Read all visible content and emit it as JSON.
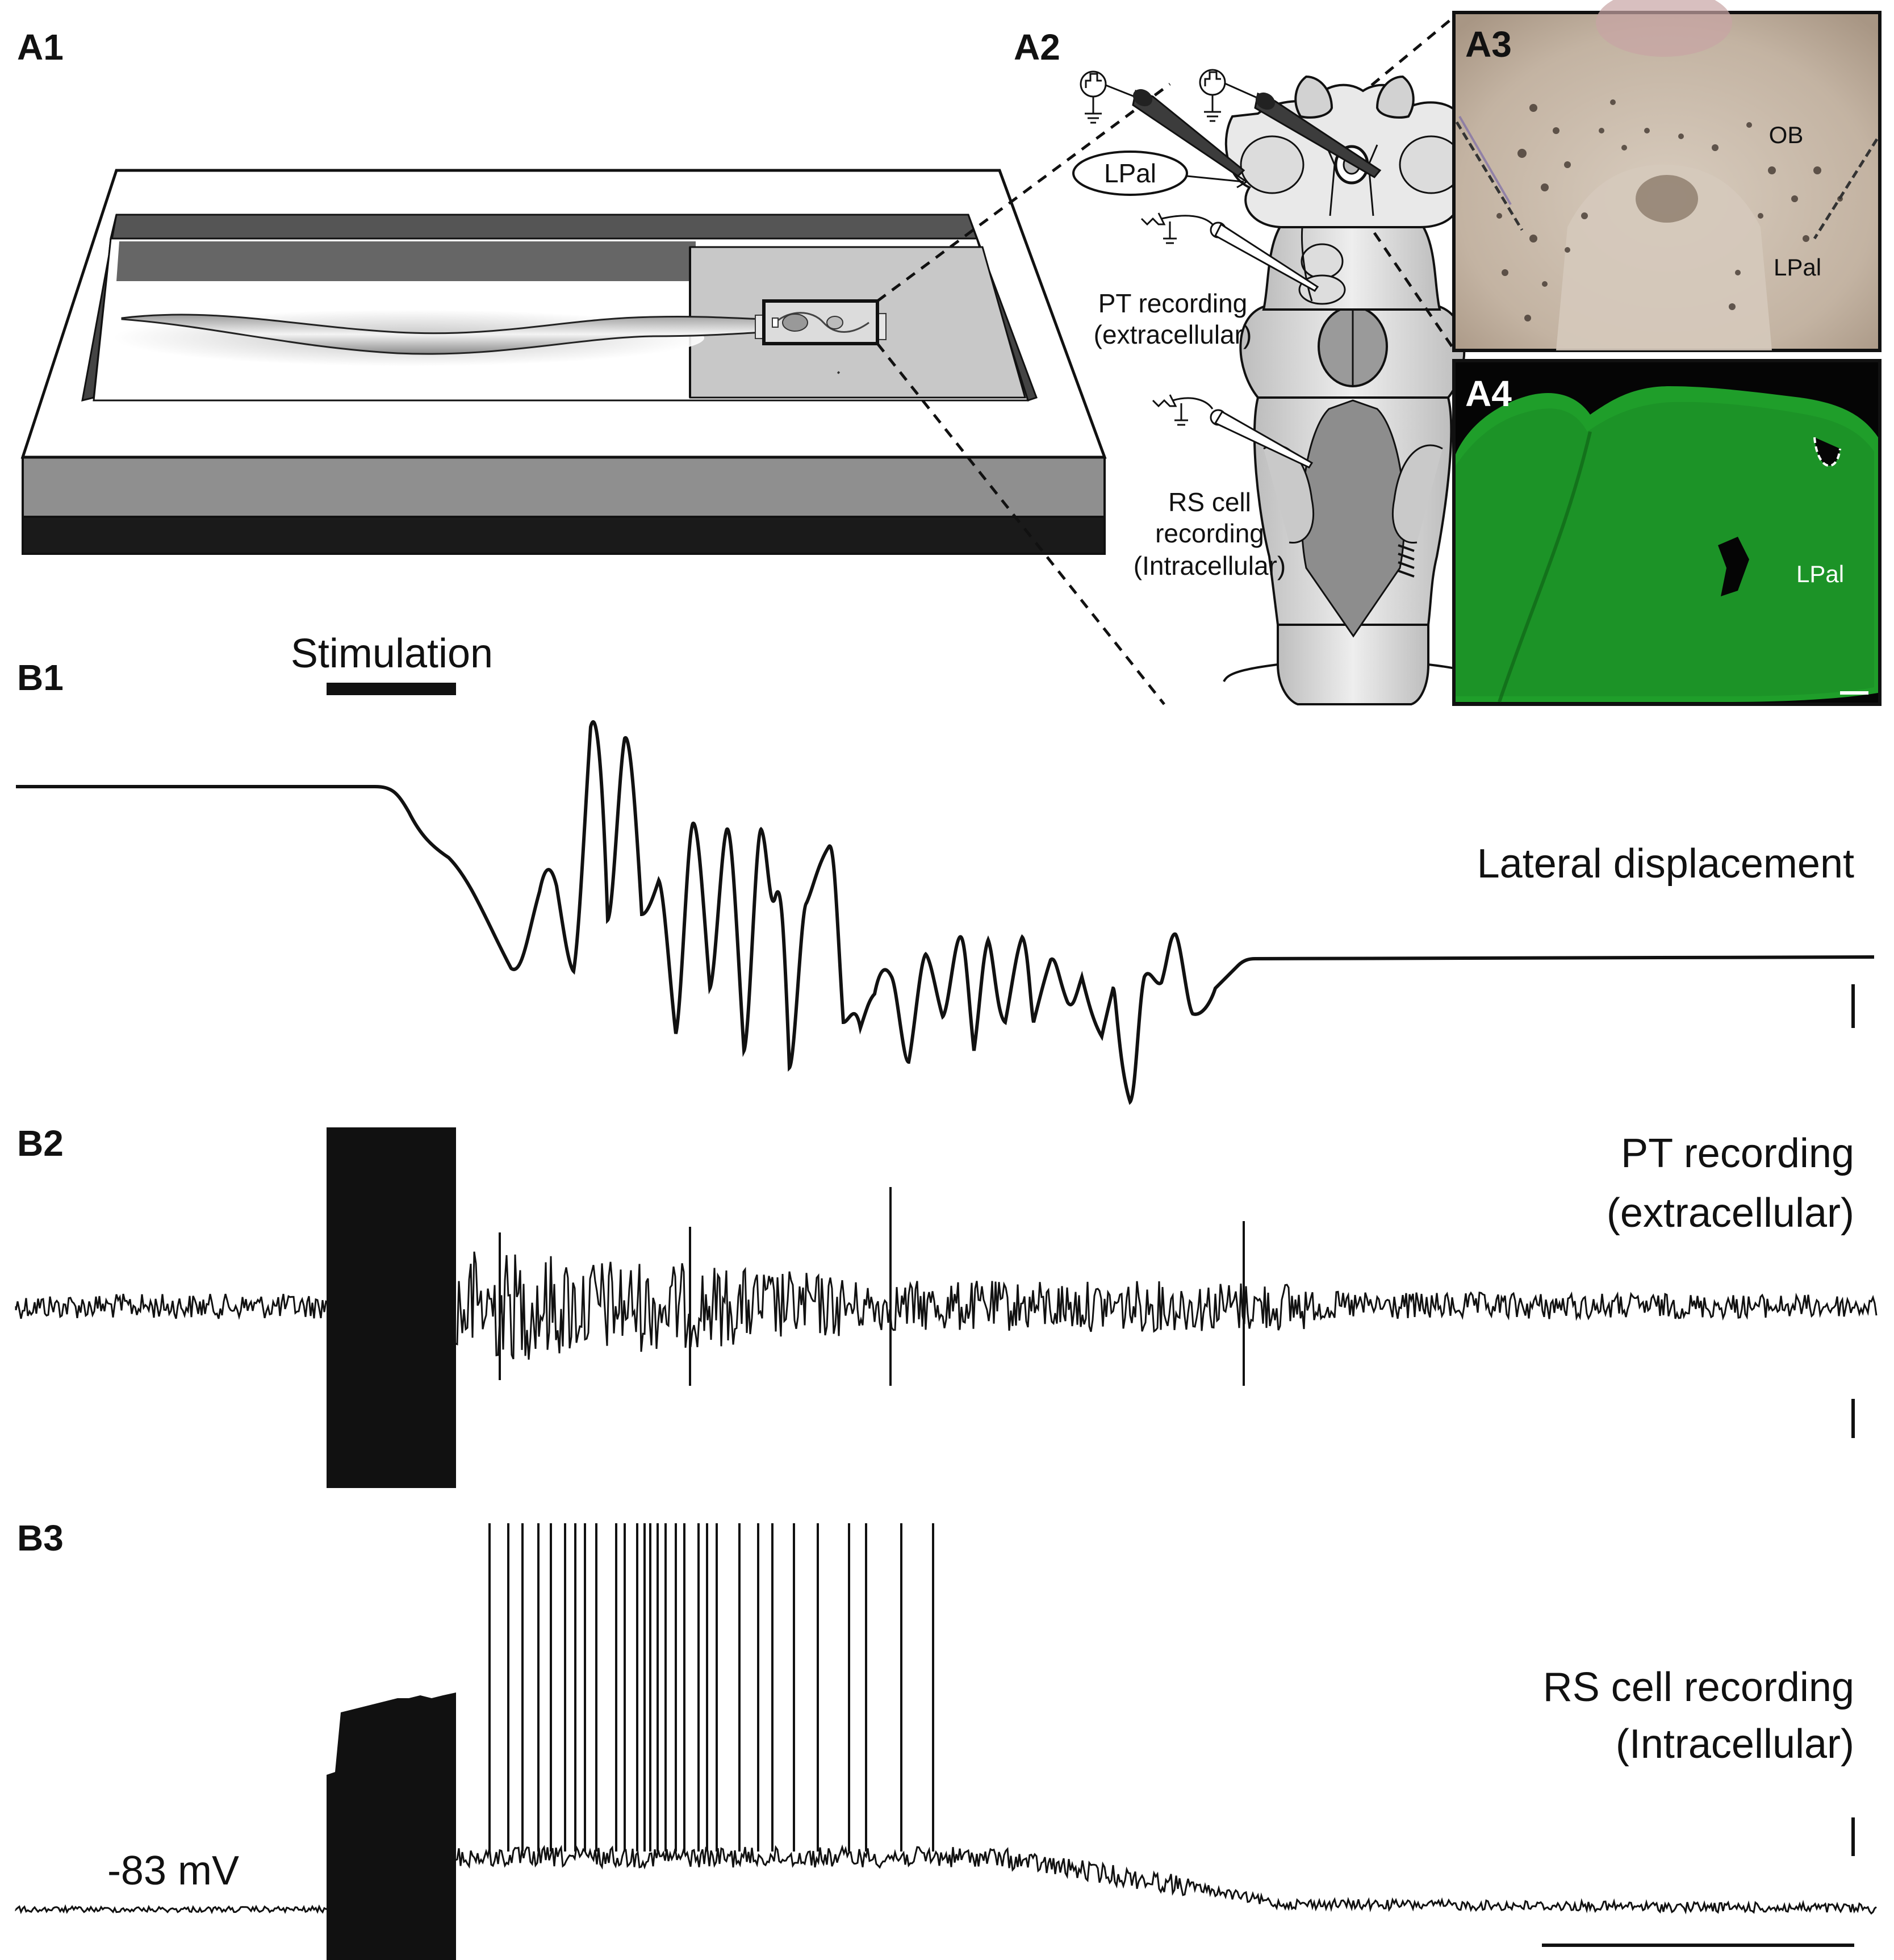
{
  "panels": {
    "a1": "A1",
    "a2": "A2",
    "a3": "A3",
    "a4": "A4",
    "b1": "B1",
    "b2": "B2",
    "b3": "B3"
  },
  "a2_labels": {
    "lpal": "LPal",
    "pt_line1": "PT recording",
    "pt_line2": "(extracellular)",
    "rs_line1": "RS cell",
    "rs_line2": "recording",
    "rs_line3": "(Intracellular)"
  },
  "a3_labels": {
    "ob": "OB",
    "lpal": "LPal"
  },
  "a4_labels": {
    "lpal": "LPal"
  },
  "traces": {
    "stimulation": "Stimulation",
    "lateral_displacement": "Lateral displacement",
    "pt_line1": "PT recording",
    "pt_line2": "(extracellular)",
    "rs_line1": "RS cell recording",
    "rs_line2": "(Intracellular)",
    "resting_potential": "-83 mV"
  },
  "colors": {
    "ink": "#111111",
    "fluorescence": "#1f9e2a",
    "photo_bg": "#c9b9a8"
  }
}
